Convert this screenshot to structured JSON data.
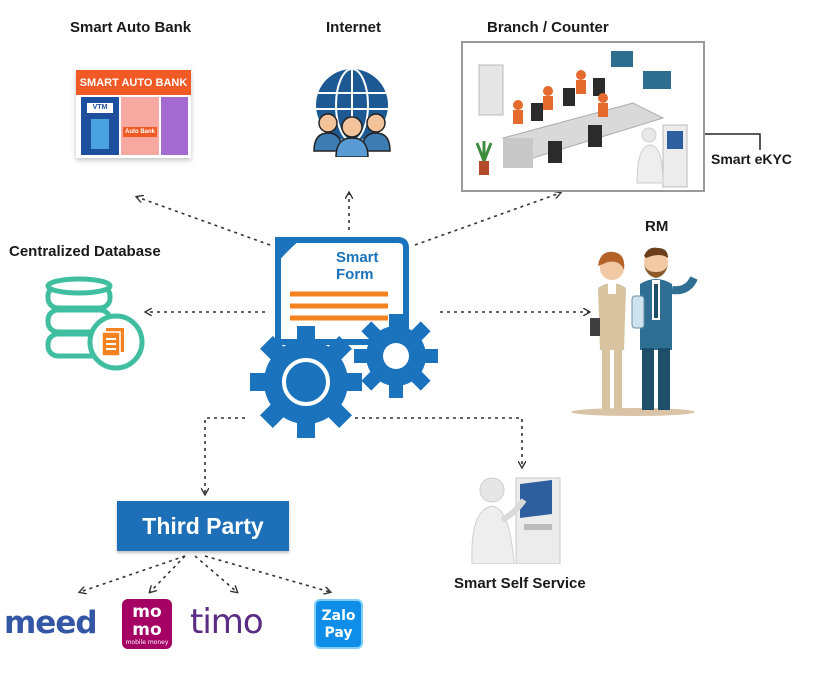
{
  "labels": {
    "smart_auto_bank": "Smart Auto Bank",
    "internet": "Internet",
    "branch_counter": "Branch / Counter",
    "smart_ekyc": "Smart eKYC",
    "centralized_database": "Centralized Database",
    "rm": "RM",
    "smart_self_service": "Smart Self Service",
    "third_party": "Third Party"
  },
  "hub": {
    "line1": "Smart",
    "line2": "Form"
  },
  "atm": {
    "banner": "SMART AUTO BANK",
    "sub": "Auto Bank",
    "tag": "VTM"
  },
  "partners": {
    "meed": "meed",
    "momo_line1": "mo",
    "momo_line2": "mo",
    "momo_sub": "mobile money",
    "timo": "timo",
    "zalo_line1": "Zalo",
    "zalo_line2": "Pay"
  },
  "colors": {
    "brand_blue": "#1d6fb8",
    "gear_blue": "#1b73bd",
    "accent_orange": "#f58220",
    "db_teal": "#3fbf9f",
    "atm_orange": "#f15a24"
  },
  "icons": {
    "internet": "globe-people-icon",
    "database": "database-document-icon",
    "hub": "smart-form-gears-icon",
    "rm": "two-people-icon",
    "kiosk": "kiosk-user-icon"
  }
}
